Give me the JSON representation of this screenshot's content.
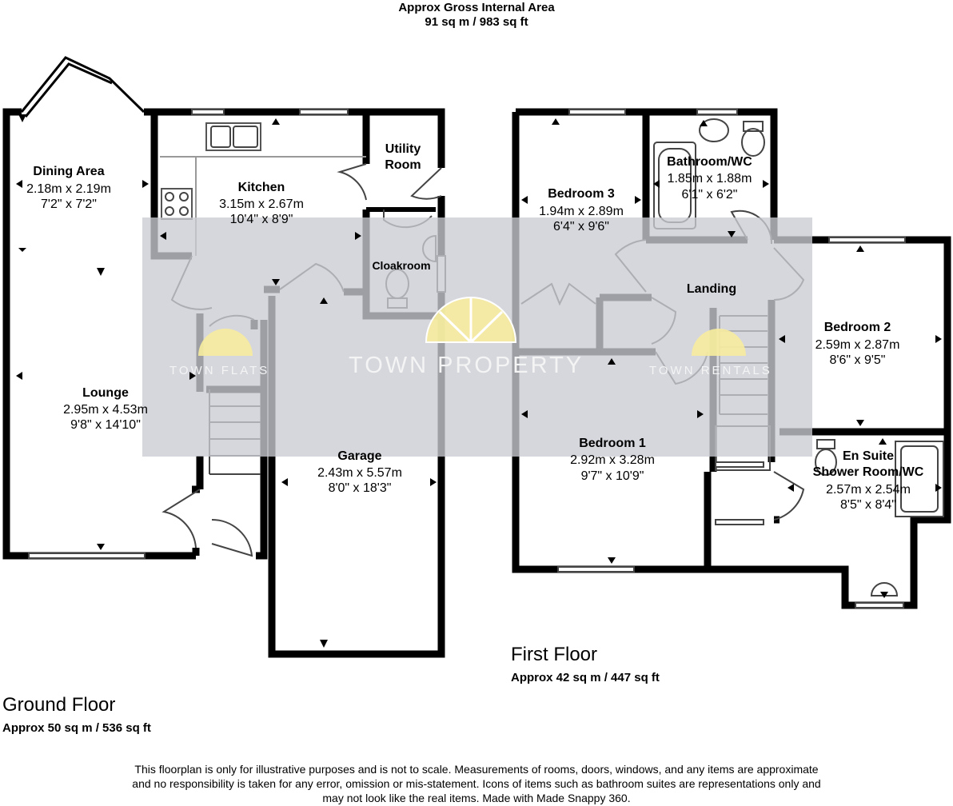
{
  "header": {
    "line1": "Approx Gross Internal Area",
    "line2": "91 sq m / 983 sq ft"
  },
  "ground_floor": {
    "name": "Ground Floor",
    "area": "Approx 50 sq m / 536 sq ft",
    "rooms": {
      "dining_area": {
        "name": "Dining Area",
        "metric": "2.18m x 2.19m",
        "imperial": "7'2\" x 7'2\""
      },
      "kitchen": {
        "name": "Kitchen",
        "metric": "3.15m x 2.67m",
        "imperial": "10'4\" x 8'9\""
      },
      "utility_room": {
        "name_line1": "Utility",
        "name_line2": "Room"
      },
      "cloakroom": {
        "name": "Cloakroom"
      },
      "lounge": {
        "name": "Lounge",
        "metric": "2.95m x 4.53m",
        "imperial": "9'8\" x 14'10\""
      },
      "garage": {
        "name": "Garage",
        "metric": "2.43m x 5.57m",
        "imperial": "8'0\" x 18'3\""
      }
    }
  },
  "first_floor": {
    "name": "First Floor",
    "area": "Approx 42 sq m / 447 sq ft",
    "rooms": {
      "bedroom3": {
        "name": "Bedroom 3",
        "metric": "1.94m x 2.89m",
        "imperial": "6'4\" x 9'6\""
      },
      "bathroom": {
        "name": "Bathroom/WC",
        "metric": "1.85m x 1.88m",
        "imperial": "6'1\" x 6'2\""
      },
      "landing": {
        "name": "Landing"
      },
      "bedroom2": {
        "name": "Bedroom 2",
        "metric": "2.59m x 2.87m",
        "imperial": "8'6\" x 9'5\""
      },
      "bedroom1": {
        "name": "Bedroom 1",
        "metric": "2.92m x 3.28m",
        "imperial": "9'7\" x 10'9\""
      },
      "ensuite": {
        "name_line1": "En Suite",
        "name_line2": "Shower Room/WC",
        "metric": "2.57m x 2.54m",
        "imperial": "8'5\" x 8'4\""
      }
    }
  },
  "watermark": {
    "main": "TOWN PROPERTY",
    "left": "TOWN FLATS",
    "right": "TOWN RENTALS"
  },
  "disclaimer": {
    "line1": "This floorplan is only for illustrative purposes and is not to scale. Measurements of rooms, doors, windows, and any items are approximate",
    "line2": "and no responsibility is taken for any error, omission or mis-statement. Icons of items such as bathroom suites are representations only and",
    "line3": "may not look like the real items. Made with Made Snappy 360."
  },
  "colors": {
    "wall": "#000000",
    "watermark_band": "#c9ccd3",
    "watermark_sun": "#f7ec9e",
    "fixture_line": "#555555"
  }
}
